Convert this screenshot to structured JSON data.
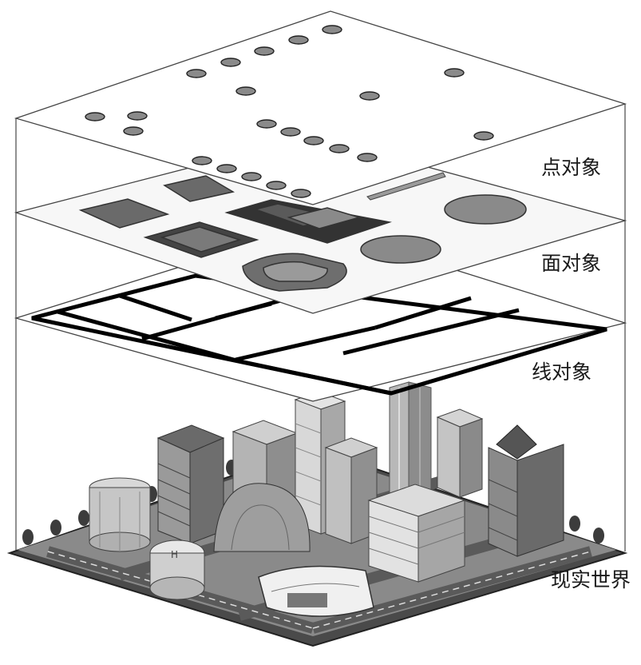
{
  "labels": {
    "point_layer": "点对象",
    "polygon_layer": "面对象",
    "line_layer": "线对象",
    "real_world": "现实世界"
  }
}
